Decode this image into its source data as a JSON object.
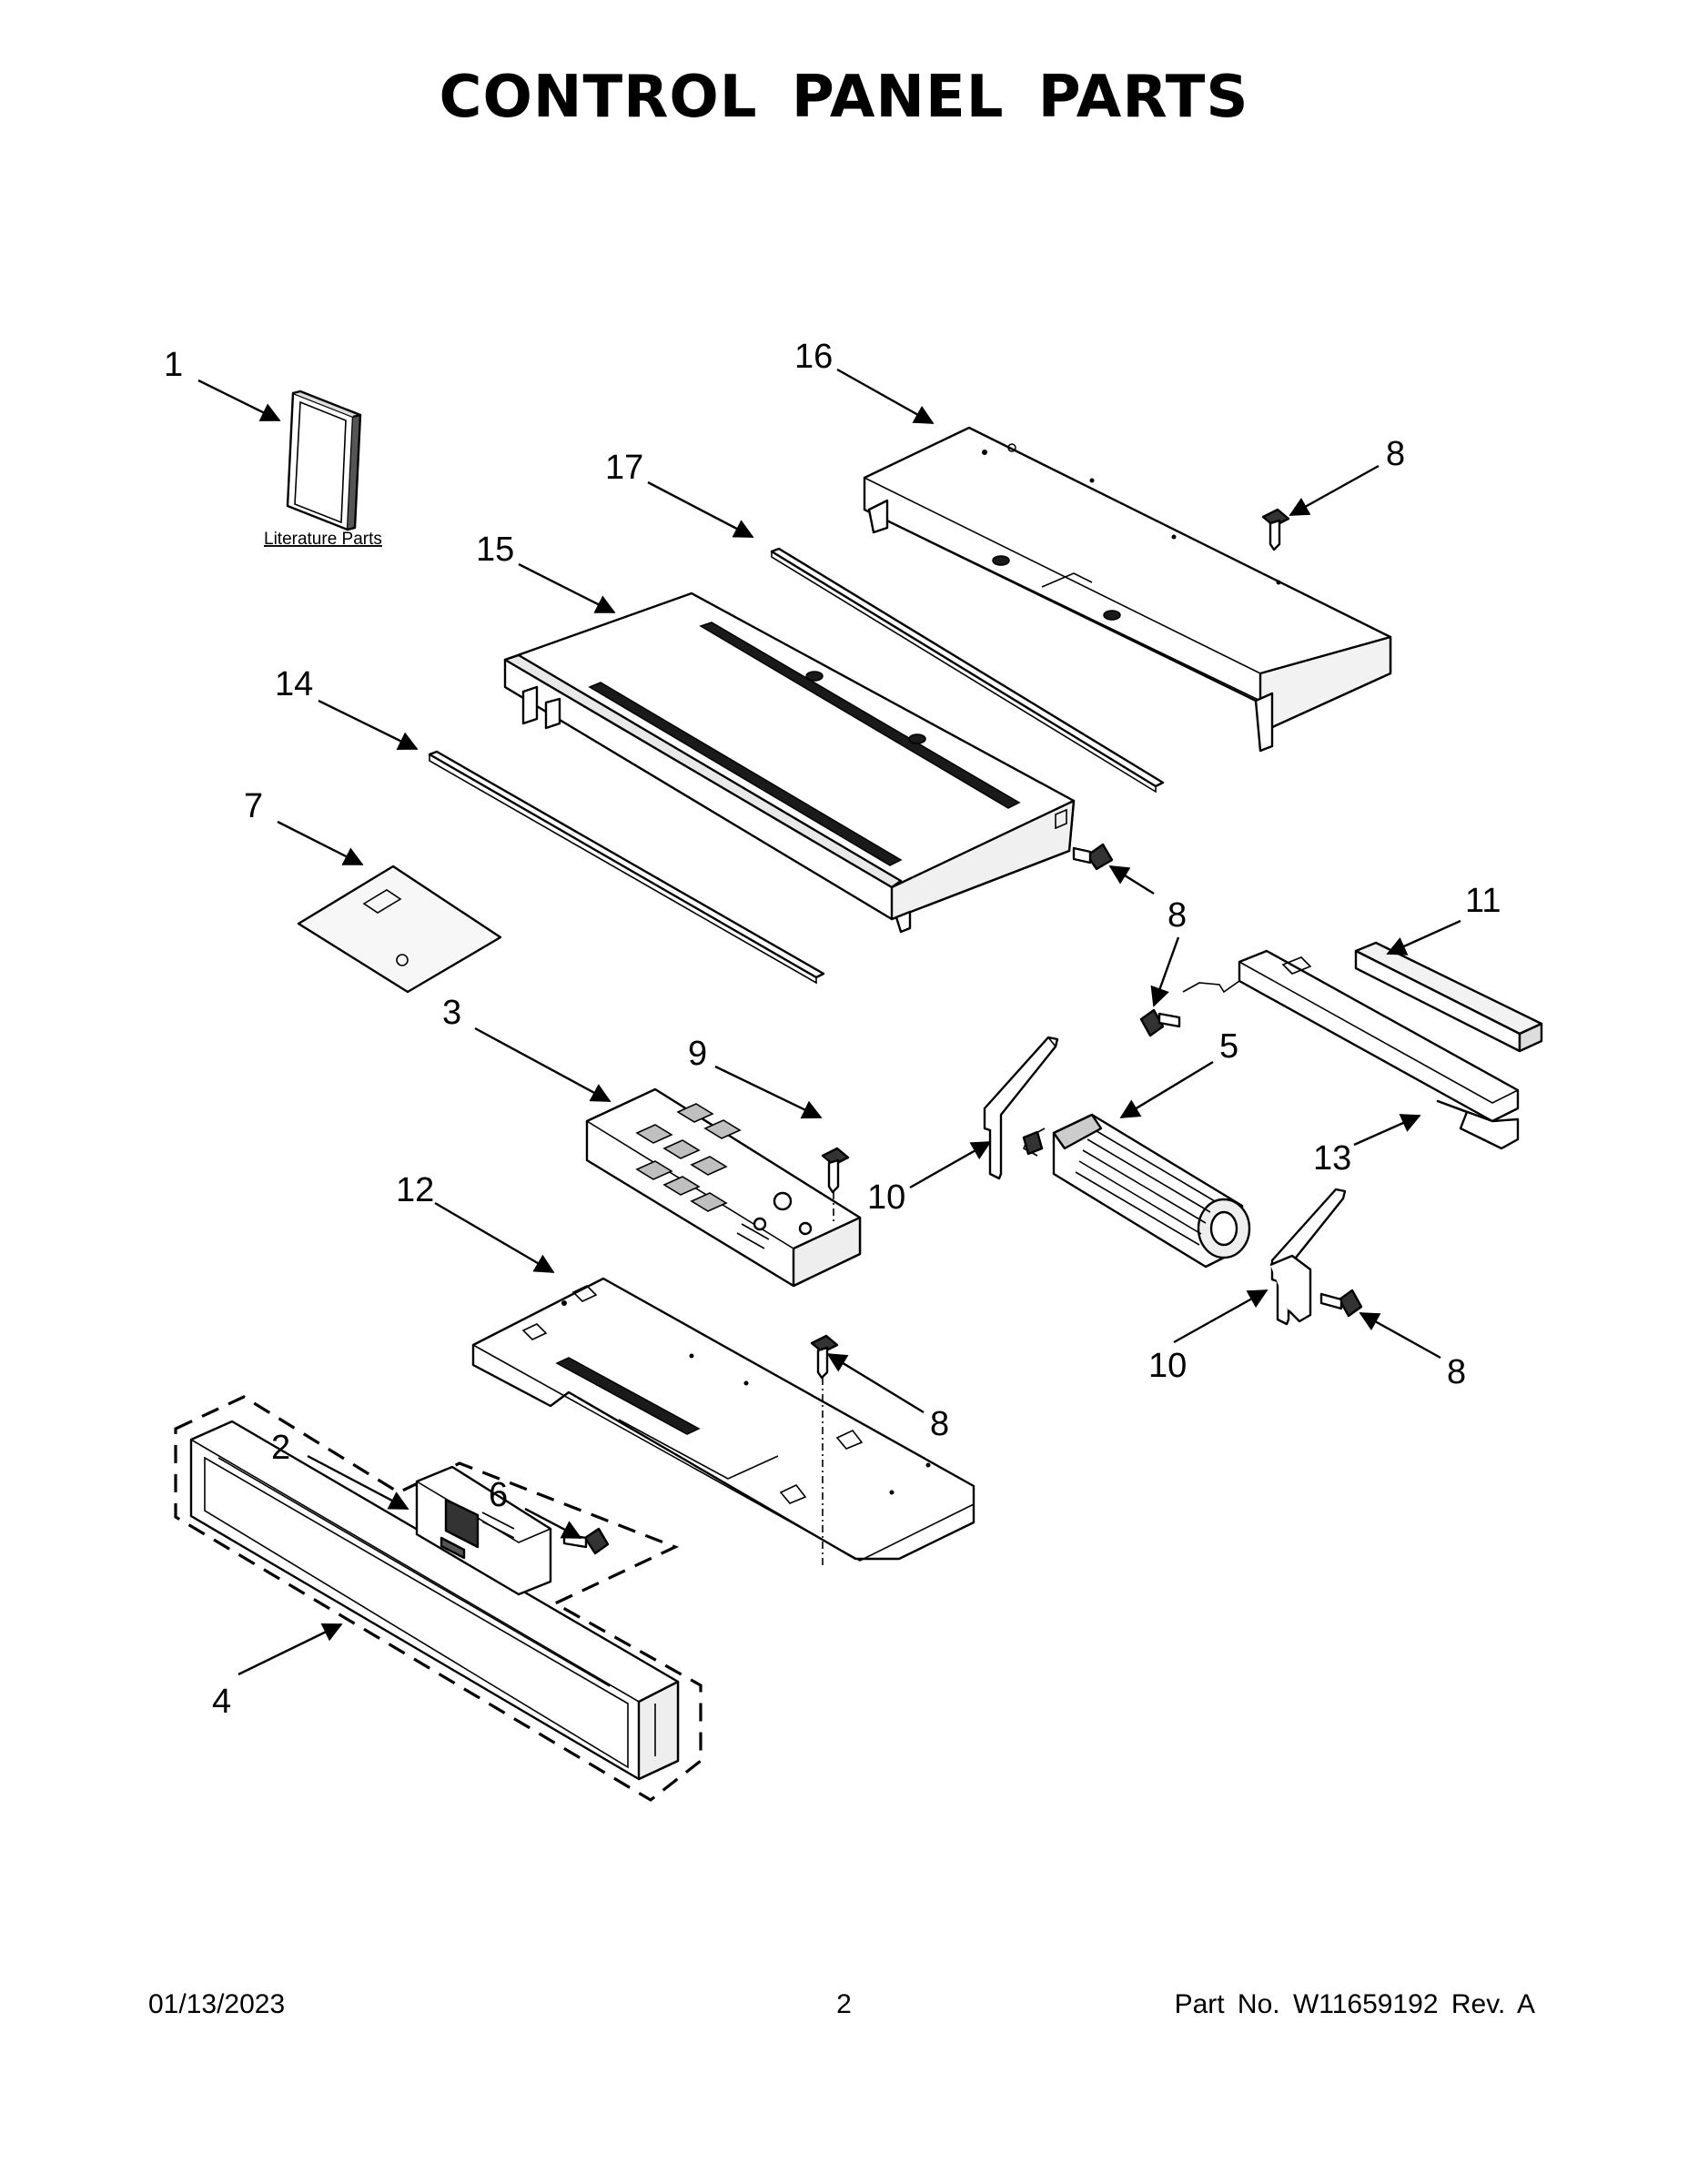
{
  "title": "CONTROL PANEL PARTS",
  "literature_label": "Literature Parts",
  "callouts": {
    "c1": "1",
    "c2": "2",
    "c3": "3",
    "c4": "4",
    "c5": "5",
    "c6": "6",
    "c7": "7",
    "c8a": "8",
    "c8b": "8",
    "c8c": "8",
    "c8d": "8",
    "c8e": "8",
    "c9": "9",
    "c10a": "10",
    "c10b": "10",
    "c11": "11",
    "c12": "12",
    "c13": "13",
    "c14": "14",
    "c15": "15",
    "c16": "16",
    "c17": "17"
  },
  "footer": {
    "date": "01/13/2023",
    "page": "2",
    "part_no": "Part No.  W11659192  Rev.  A"
  }
}
